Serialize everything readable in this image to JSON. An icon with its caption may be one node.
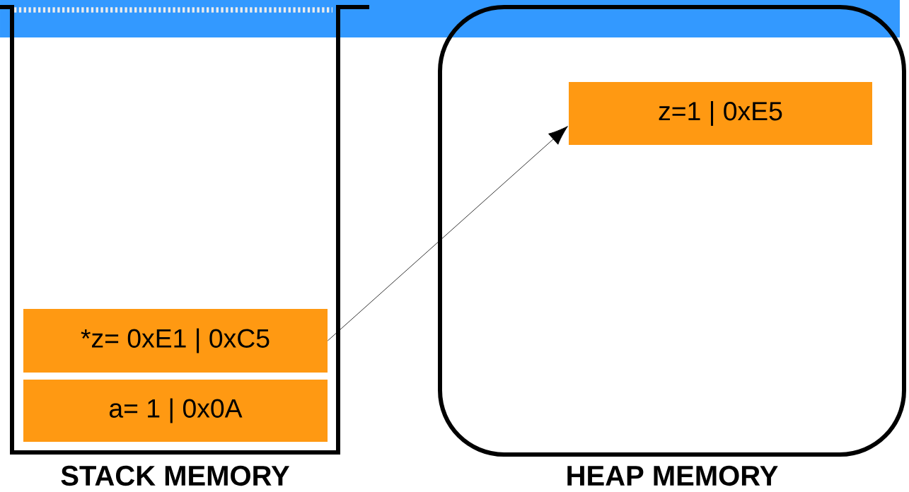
{
  "diagram": {
    "nodes": [
      {
        "text": [
          "STACK MEMORY"
        ]
      },
      {
        "text": [
          "*z= 0xE1 | 0xC5"
        ],
        "in": 0
      },
      {
        "text": [
          "a= 1 | 0x0A"
        ],
        "in": 0
      },
      {
        "text": [
          "HEAP MEMORY"
        ]
      },
      {
        "text": [
          "z=1 | 0xE5"
        ],
        "in": 3
      }
    ],
    "edges": [
      {
        "from": 1,
        "to": 4,
        "arrow": "to"
      }
    ]
  }
}
